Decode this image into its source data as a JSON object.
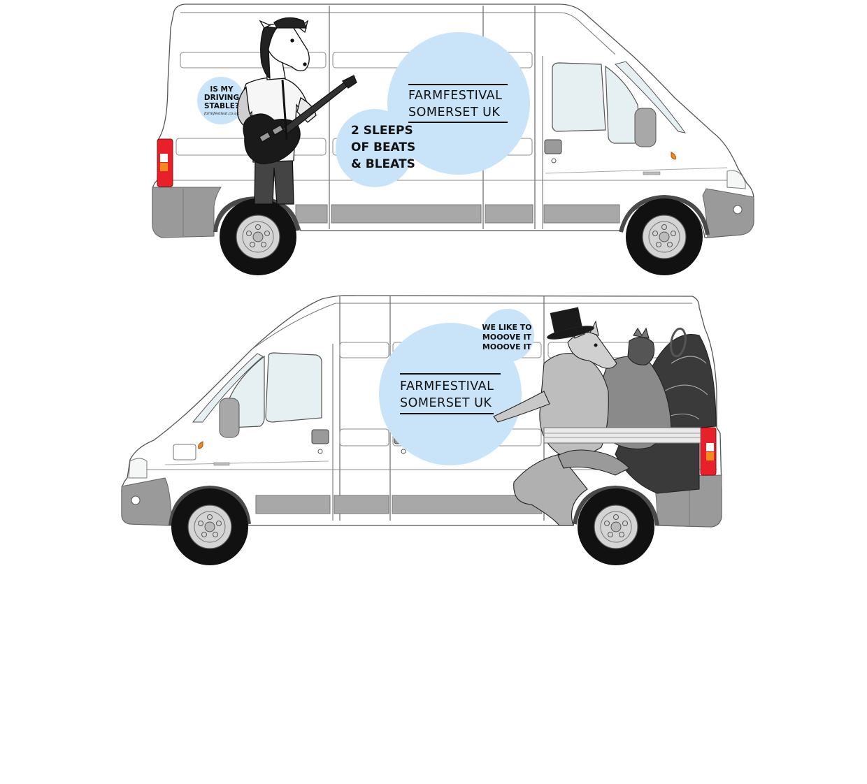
{
  "van_top": {
    "bubble_small": {
      "lines": [
        "IS MY",
        "DRIVING",
        "STABLE?"
      ],
      "url": "farmfestival.co.uk"
    },
    "bubble_mid": {
      "lines": [
        "2 SLEEPS",
        "OF BEATS",
        "& BLEATS"
      ]
    },
    "logo": {
      "line1": "FARMFESTIVAL",
      "line2": "SOMERSET UK"
    }
  },
  "van_bottom": {
    "bubble_small": {
      "lines": [
        "WE LIKE TO",
        "MOOOVE IT",
        "MOOOVE IT"
      ]
    },
    "logo": {
      "line1": "FARMFESTIVAL",
      "line2": "SOMERSET UK"
    }
  },
  "colors": {
    "bubble": "#c9e4f8",
    "tail_light": "#e8202a",
    "indicator": "#f28a1e",
    "bumper": "#9a9a9a",
    "skirt": "#a8a8a8",
    "window": "#e6eff1",
    "tire": "#111111",
    "hub": "#d4d4d4",
    "arch": "#4a4a4a"
  }
}
